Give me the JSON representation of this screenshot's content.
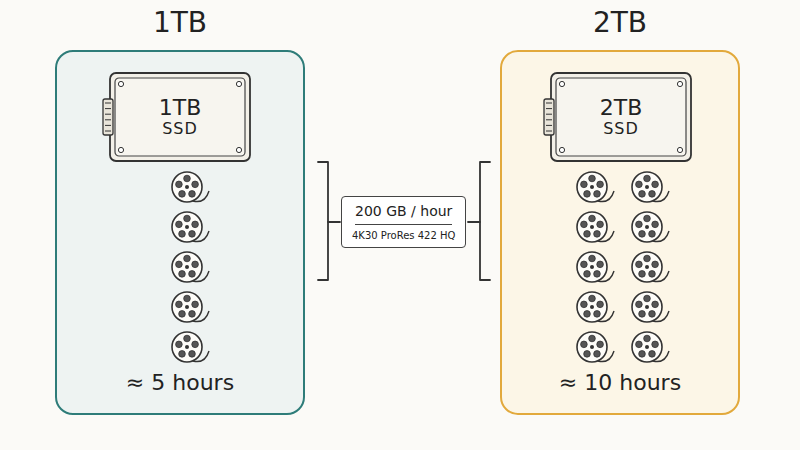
{
  "diagram": {
    "nodes": [
      {
        "text": [
          "1TB",
          "≈ 5 hours"
        ]
      },
      {
        "text": [
          "1TB",
          "SSD"
        ],
        "in": 0
      },
      {
        "text": [
          "200 GB / hour",
          "4K30 ProRes 422 HQ"
        ]
      },
      {
        "text": [
          "2TB",
          "≈ 10 hours"
        ]
      },
      {
        "text": [
          "2TB",
          "SSD"
        ],
        "in": 3
      }
    ]
  }
}
